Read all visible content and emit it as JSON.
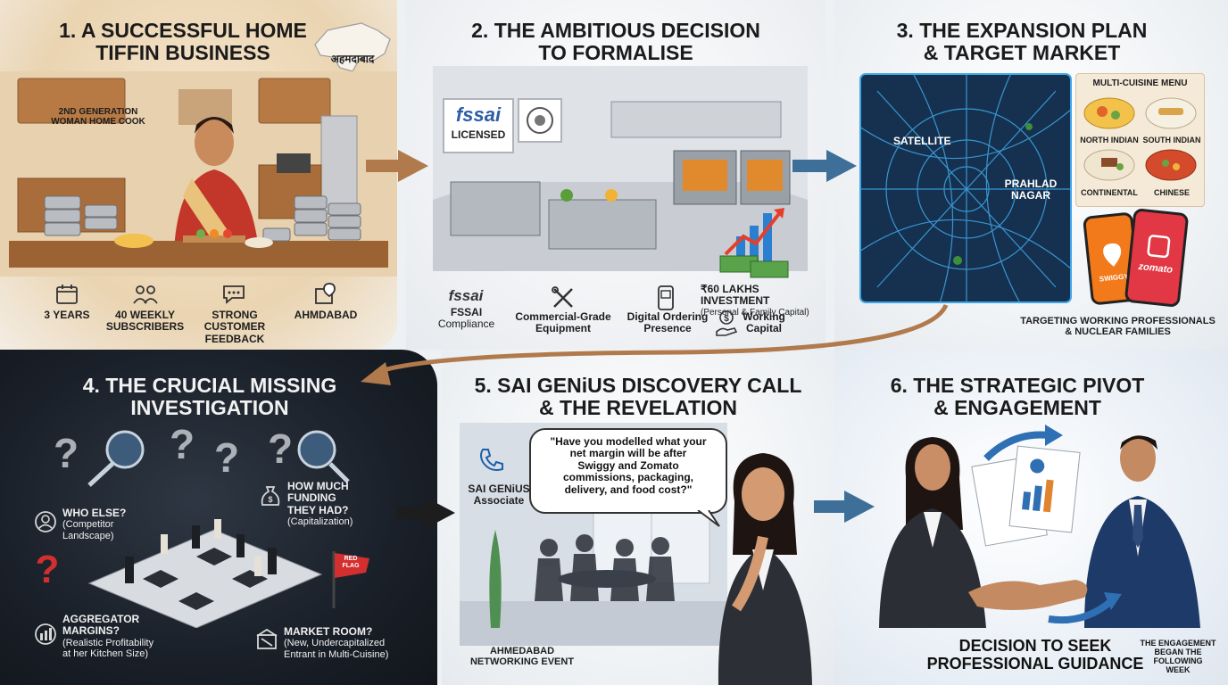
{
  "panel1": {
    "title_line1": "1. A SUCCESSFUL HOME",
    "title_line2": "TIFFIN BUSINESS",
    "map_label": "अहमदाबाद",
    "cook_label_line1": "2ND GENERATION",
    "cook_label_line2": "WOMAN HOME COOK",
    "stats": [
      {
        "icon": "calendar-icon",
        "line1": "3 YEARS",
        "line2": ""
      },
      {
        "icon": "people-icon",
        "line1": "40 WEEKLY",
        "line2": "SUBSCRIBERS"
      },
      {
        "icon": "chat-icon",
        "line1": "STRONG CUSTOMER",
        "line2": "FEEDBACK"
      },
      {
        "icon": "map-pin-icon",
        "line1": "AHMDABAD",
        "line2": ""
      }
    ]
  },
  "panel2": {
    "title_line1": "2. THE AMBITIOUS DECISION",
    "title_line2": "TO FORMALISE",
    "fssai_logo": "fssai",
    "licensed": "LICENSED",
    "investment_line1": "₹60 LAKHS INVESTMENT",
    "investment_line2": "(Personal & Family Capital)",
    "items": [
      {
        "icon": "fssai-icon",
        "line1": "FSSAI",
        "line2": "Compliance",
        "logo": "fssai"
      },
      {
        "icon": "tools-icon",
        "line1": "Commercial-Grade",
        "line2": "Equipment"
      },
      {
        "icon": "phone-order-icon",
        "line1": "Digital Ordering",
        "line2": "Presence"
      },
      {
        "icon": "money-hand-icon",
        "line1": "Working",
        "line2": "Capital"
      }
    ]
  },
  "panel3": {
    "title_line1": "3. THE EXPANSION PLAN",
    "title_line2": "& TARGET MARKET",
    "map_labels": {
      "satellite": "SATELLITE",
      "prahlad_line1": "PRAHLAD",
      "prahlad_line2": "NAGAR"
    },
    "menu_title": "MULTI-CUISINE MENU",
    "cuisines": [
      "NORTH INDIAN",
      "SOUTH INDIAN",
      "CONTINENTAL",
      "CHINESE"
    ],
    "apps": [
      "SWIGGY",
      "zomato"
    ],
    "target_line1": "TARGETING WORKING PROFESSIONALS",
    "target_line2": "& NUCLEAR FAMILIES"
  },
  "panel4": {
    "title_line1": "4. THE CRUCIAL MISSING",
    "title_line2": "INVESTIGATION",
    "flag": "RED FLAG",
    "q1_line1": "WHO ELSE?",
    "q1_line2": "(Competitor",
    "q1_line3": "Landscape)",
    "q2_line1": "HOW MUCH",
    "q2_line2": "FUNDING",
    "q2_line3": "THEY HAD?",
    "q2_line4": "(Capitalization)",
    "q3_line1": "AGGREGATOR",
    "q3_line2": "MARGINS?",
    "q3_line3": "(Realistic Profitability",
    "q3_line4": "at her Kitchen Size)",
    "q4_line1": "MARKET ROOM?",
    "q4_line2": "(New, Undercapitalized",
    "q4_line3": "Entrant in Multi-Cuisine)"
  },
  "panel5": {
    "title_line1": "5. SAI GENiUS DISCOVERY CALL",
    "title_line2": "& THE REVELATION",
    "associate_line1": "SAI GENiUS",
    "associate_line2": "Associate",
    "quote_line1": "\"Have you modelled what your",
    "quote_line2": "net margin will be after",
    "quote_line3": "Swiggy and Zomato",
    "quote_line4": "commissions, packaging,",
    "quote_line5": "delivery, and food cost?\"",
    "event_line1": "AHMEDABAD",
    "event_line2": "NETWORKING EVENT"
  },
  "panel6": {
    "title_line1": "6. THE STRATEGIC PIVOT",
    "title_line2": "& ENGAGEMENT",
    "decision_line1": "DECISION TO SEEK",
    "decision_line2": "PROFESSIONAL GUIDANCE",
    "engage_line1": "THE ENGAGEMENT",
    "engage_line2": "BEGAN THE",
    "engage_line3": "FOLLOWING",
    "engage_line4": "WEEK"
  },
  "colors": {
    "arrow_brown": "#b07a4c",
    "arrow_blue": "#3e6f99",
    "arrow_dark": "#1d1d1d",
    "red": "#d32f2f",
    "map_blue": "#3fa7e8"
  }
}
